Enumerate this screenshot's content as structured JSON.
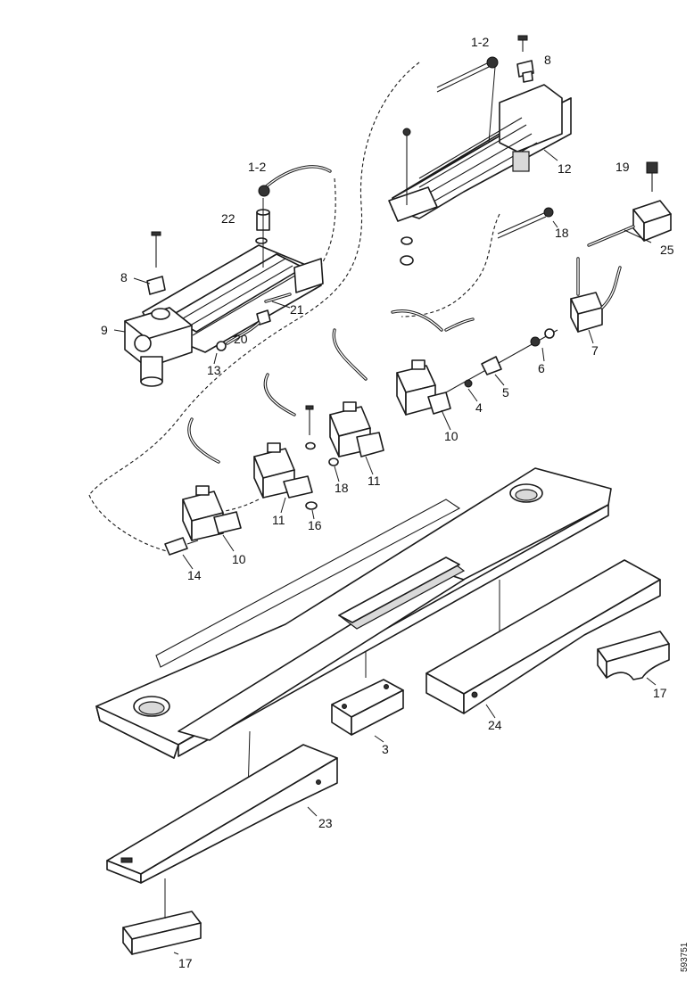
{
  "callouts": {
    "c_1_2_top": "1-2",
    "c_8_top": "8",
    "c_12": "12",
    "c_19": "19",
    "c_25": "25",
    "c_18_top": "18",
    "c_1_2_left": "1-2",
    "c_22": "22",
    "c_8_left": "8",
    "c_9": "9",
    "c_21": "21",
    "c_20": "20",
    "c_13": "13",
    "c_7": "7",
    "c_6": "6",
    "c_5": "5",
    "c_4": "4",
    "c_10_right": "10",
    "c_11_right": "11",
    "c_18_mid": "18",
    "c_11_left": "11",
    "c_16": "16",
    "c_10_left": "10",
    "c_14": "14",
    "c_17_right": "17",
    "c_24": "24",
    "c_3": "3",
    "c_23": "23",
    "c_17_bottom": "17"
  },
  "drawing_code": "593751"
}
